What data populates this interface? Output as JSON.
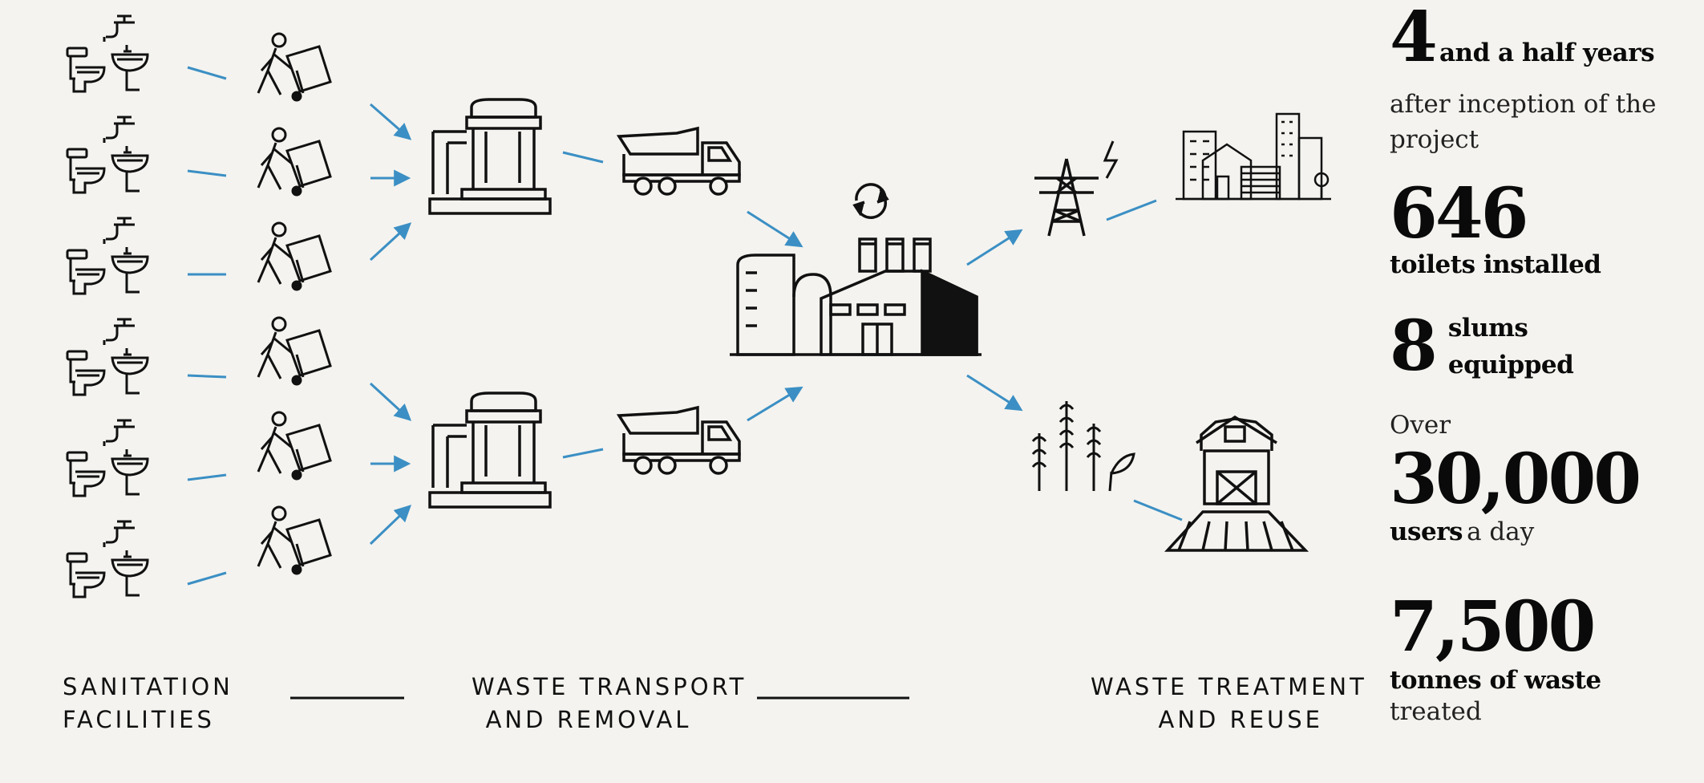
{
  "stages": {
    "sanitation": {
      "line1": "SANITATION",
      "line2": "FACILITIES"
    },
    "transport": {
      "line1": "WASTE TRANSPORT",
      "line2": "AND REMOVAL"
    },
    "treatment": {
      "line1": "WASTE TREATMENT",
      "line2": "AND REUSE"
    }
  },
  "stats": {
    "years": {
      "number": "4",
      "bold": "and a half years",
      "line2": "after inception of the",
      "line3": "project"
    },
    "toilets": {
      "number": "646",
      "label": "toilets installed"
    },
    "slums": {
      "number": "8",
      "line1": "slums",
      "line2": "equipped"
    },
    "users": {
      "prefix": "Over",
      "number": "30,000",
      "bold": "users",
      "suffix": "a day"
    },
    "waste": {
      "number": "7,500",
      "bold": "tonnes of waste",
      "suffix": "treated"
    }
  },
  "colors": {
    "arrow": "#3b8fc4",
    "ink": "#111111",
    "background": "#f4f3ef"
  },
  "icons": [
    "toilet-icon",
    "faucet-icon",
    "sink-icon",
    "worker-cart-icon",
    "storage-tank-icon",
    "dump-truck-icon",
    "recycle-icon",
    "treatment-plant-icon",
    "power-pylon-icon",
    "lightning-icon",
    "city-buildings-icon",
    "wheat-icon",
    "barn-icon"
  ]
}
